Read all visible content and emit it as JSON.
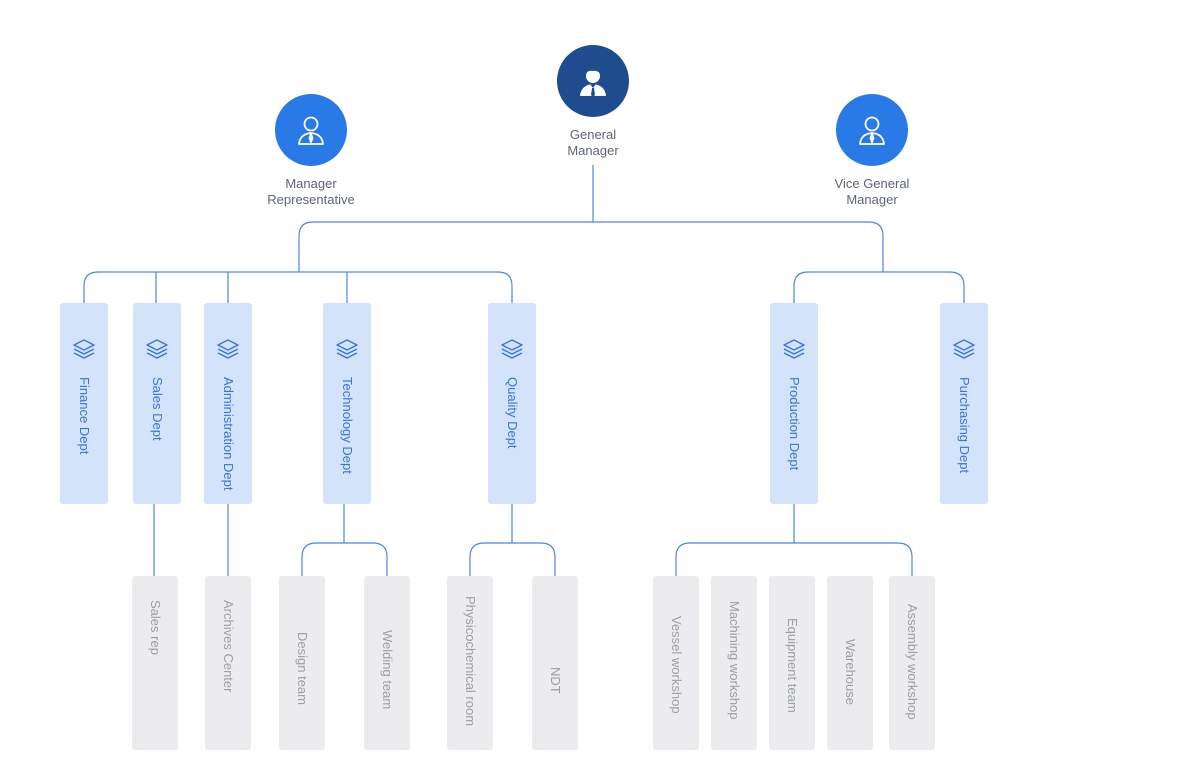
{
  "colors": {
    "line": "#4a86e8",
    "gm_avatar": "#1f4b8f",
    "exec_avatar": "#2979e6",
    "dept_bg": "#d3e3fa",
    "dept_text": "#3a74d6",
    "team_bg": "#ececee",
    "team_text": "#9aa0a8"
  },
  "executives": {
    "general_manager": {
      "line1": "General",
      "line2": "Manager",
      "icon": "businessman-icon"
    },
    "manager_representative": {
      "line1": "Manager",
      "line2": "Representative",
      "icon": "person-icon"
    },
    "vice_general_manager": {
      "line1": "Vice General",
      "line2": "Manager",
      "icon": "person-icon"
    }
  },
  "departments": [
    {
      "label": "Finance Dept",
      "icon": "layers-icon"
    },
    {
      "label": "Sales Dept",
      "icon": "layers-icon"
    },
    {
      "label": "Administration Dept",
      "icon": "layers-icon"
    },
    {
      "label": "Technology Dept",
      "icon": "layers-icon"
    },
    {
      "label": "Quality Dept",
      "icon": "layers-icon"
    },
    {
      "label": "Production Dept",
      "icon": "layers-icon"
    },
    {
      "label": "Purchasing Dept",
      "icon": "layers-icon"
    }
  ],
  "teams": [
    {
      "label": "Sales rep"
    },
    {
      "label": "Archives Center"
    },
    {
      "label": "Design team"
    },
    {
      "label": "Welding team"
    },
    {
      "label": "Physicochemical room"
    },
    {
      "label": "NDT"
    },
    {
      "label": "Vessel workshop"
    },
    {
      "label": "Machining workshop"
    },
    {
      "label": "Equipment team"
    },
    {
      "label": "Warehouse"
    },
    {
      "label": "Assembly workshop"
    }
  ]
}
